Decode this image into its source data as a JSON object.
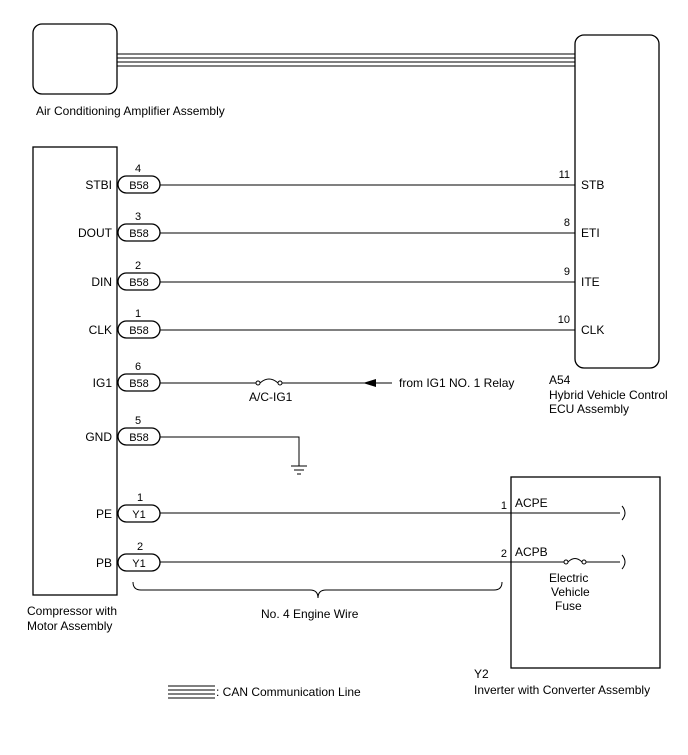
{
  "components": {
    "ac_amp": "Air Conditioning Amplifier Assembly",
    "compressor": [
      "Compressor with",
      "Motor Assembly"
    ],
    "ecu_id": "A54",
    "ecu": [
      "Hybrid Vehicle Control",
      "ECU Assembly"
    ],
    "inverter_id": "Y2",
    "inverter": "Inverter with Converter Assembly"
  },
  "wires": [
    {
      "left_label": "STBI",
      "left_pin": "4",
      "connector": "B58",
      "right_pin": "11",
      "right_label": "STB"
    },
    {
      "left_label": "DOUT",
      "left_pin": "3",
      "connector": "B58",
      "right_pin": "8",
      "right_label": "ETI"
    },
    {
      "left_label": "DIN",
      "left_pin": "2",
      "connector": "B58",
      "right_pin": "9",
      "right_label": "ITE"
    },
    {
      "left_label": "CLK",
      "left_pin": "1",
      "connector": "B58",
      "right_pin": "10",
      "right_label": "CLK"
    }
  ],
  "ig1": {
    "left_label": "IG1",
    "left_pin": "6",
    "connector": "B58",
    "fuse": "A/C-IG1",
    "source": "from IG1 NO. 1 Relay"
  },
  "gnd": {
    "left_label": "GND",
    "left_pin": "5",
    "connector": "B58"
  },
  "hv": [
    {
      "left_label": "PE",
      "left_pin": "1",
      "connector": "Y1",
      "right_pin": "1",
      "right_label": "ACPE"
    },
    {
      "left_label": "PB",
      "left_pin": "2",
      "connector": "Y1",
      "right_pin": "2",
      "right_label": "ACPB"
    }
  ],
  "ev_fuse": [
    "Electric",
    "Vehicle",
    "Fuse"
  ],
  "harness": "No. 4 Engine Wire",
  "legend": ": CAN Communication Line"
}
